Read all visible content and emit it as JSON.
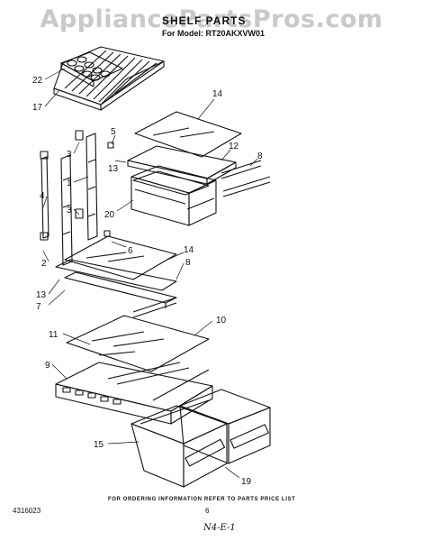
{
  "watermark": "AppliancePartsPros.com",
  "title": "SHELF PARTS",
  "model": "For Model: RT20AKXVW01",
  "callouts": [
    {
      "id": "c22",
      "label": "22"
    },
    {
      "id": "c17",
      "label": "17"
    },
    {
      "id": "c14a",
      "label": "14"
    },
    {
      "id": "c5",
      "label": "5"
    },
    {
      "id": "c12",
      "label": "12"
    },
    {
      "id": "c8a",
      "label": "8"
    },
    {
      "id": "c3a",
      "label": "3"
    },
    {
      "id": "c13a",
      "label": "13"
    },
    {
      "id": "c1",
      "label": "1"
    },
    {
      "id": "c4",
      "label": "4"
    },
    {
      "id": "c3b",
      "label": "3"
    },
    {
      "id": "c20",
      "label": "20"
    },
    {
      "id": "c6",
      "label": "6"
    },
    {
      "id": "c14b",
      "label": "14"
    },
    {
      "id": "c2",
      "label": "2"
    },
    {
      "id": "c8b",
      "label": "8"
    },
    {
      "id": "c13b",
      "label": "13"
    },
    {
      "id": "c7",
      "label": "7"
    },
    {
      "id": "c11",
      "label": "11"
    },
    {
      "id": "c10",
      "label": "10"
    },
    {
      "id": "c9",
      "label": "9"
    },
    {
      "id": "c15",
      "label": "15"
    },
    {
      "id": "c19",
      "label": "19"
    }
  ],
  "footer": {
    "note": "FOR ORDERING INFORMATION REFER TO PARTS PRICE LIST",
    "doc_id": "4316023",
    "page": "6",
    "signature": "N4-E-1"
  }
}
